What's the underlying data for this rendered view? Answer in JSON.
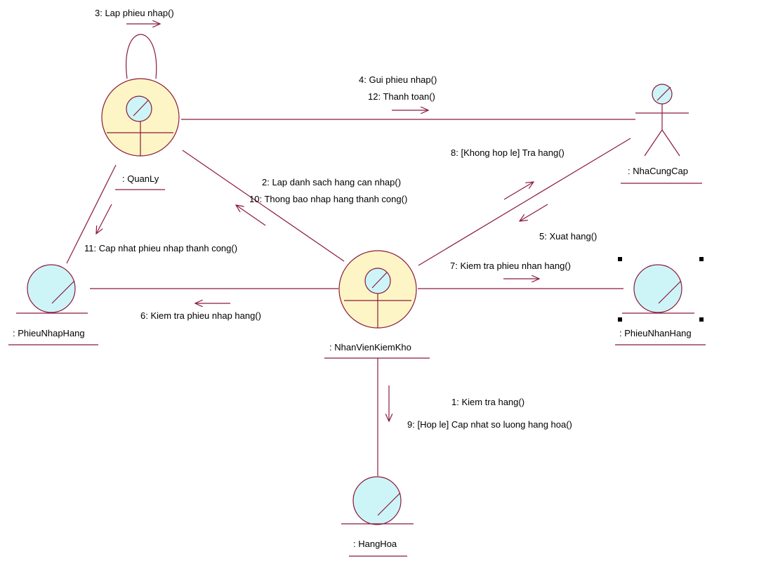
{
  "colors": {
    "line": "#8b1a3c",
    "control_fill": "#fdf5c5",
    "entity_fill": "#cdf5f8",
    "actor_head": "#cdf5f8"
  },
  "objects": {
    "quanly": ": QuanLy",
    "nhacungcap": ": NhaCungCap",
    "phieunhaphang": ": PhieuNhapHang",
    "nhanvienkiemkho": ": NhanVienKiemKho",
    "phieunhanhang": ": PhieuNhanHang",
    "hanghoa": ": HangHoa"
  },
  "messages": {
    "m3": "3: Lap phieu nhap()",
    "m4": "4: Gui phieu nhap()",
    "m12": "12: Thanh toan()",
    "m8": "8: [Khong hop le] Tra hang()",
    "m2": "2: Lap danh sach hang can nhap()",
    "m10": "10: Thong bao nhap hang thanh cong()",
    "m5": "5: Xuat hang()",
    "m11": "11: Cap nhat phieu nhap thanh cong()",
    "m7": "7: Kiem tra phieu nhan hang()",
    "m6": "6: Kiem tra phieu nhap hang()",
    "m1": "1: Kiem tra hang()",
    "m9": "9: [Hop le] Cap nhat so luong hang hoa()"
  }
}
